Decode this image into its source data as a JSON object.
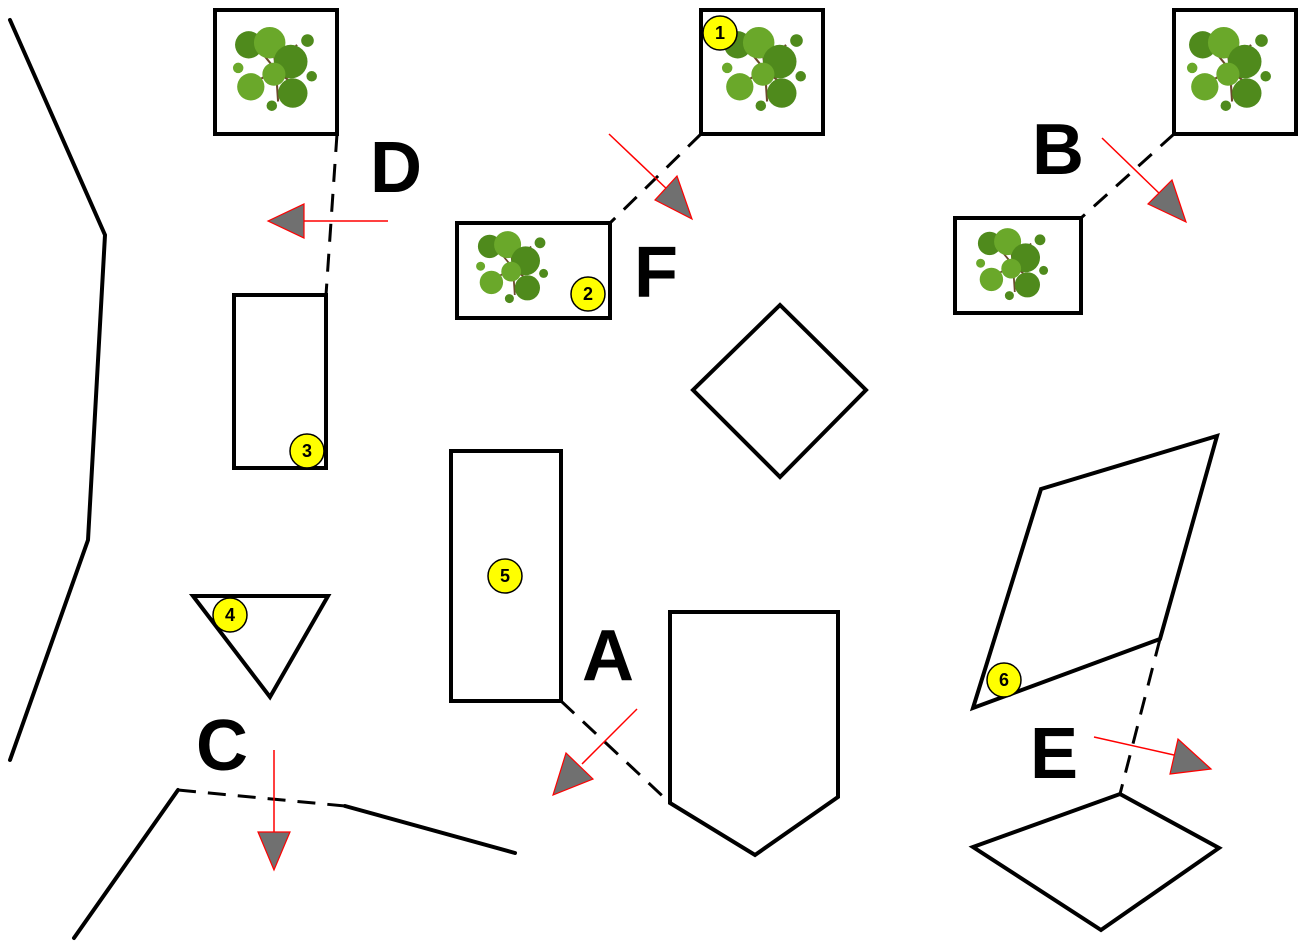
{
  "labels": {
    "a": "A",
    "b": "B",
    "c": "C",
    "d": "D",
    "e": "E",
    "f": "F"
  },
  "markers": {
    "m1": "1",
    "m2": "2",
    "m3": "3",
    "m4": "4",
    "m5": "5",
    "m6": "6"
  },
  "colors": {
    "arrow": "#ff0000",
    "arrow_head": "#707070",
    "marker": "#ffff00",
    "foliage": "#4f8a1c"
  },
  "icons": {
    "tree": "tree-canopy-icon",
    "arrow": "direction-arrow-icon"
  }
}
